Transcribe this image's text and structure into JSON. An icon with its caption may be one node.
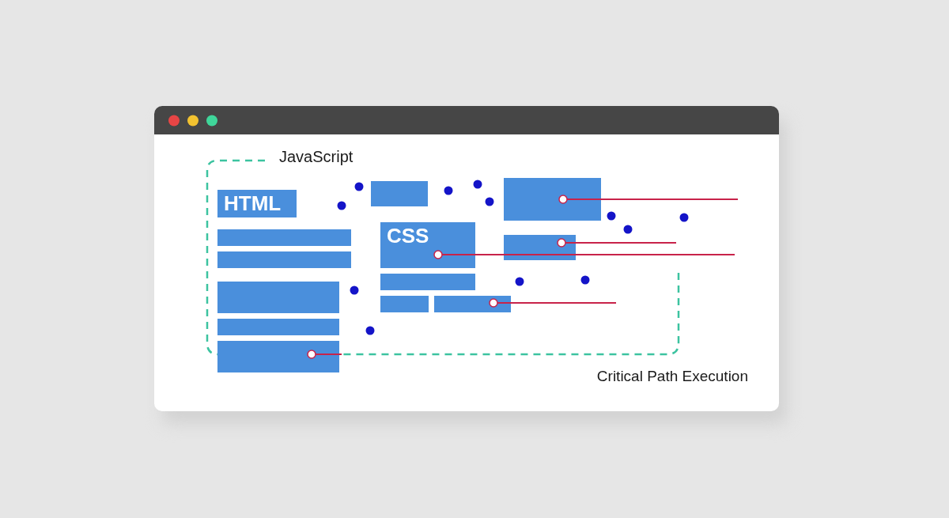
{
  "diagram": {
    "nodes": [
      {
        "text": [],
        "shape": "box"
      },
      {
        "text": [],
        "shape": "box"
      },
      {
        "text": [
          "HTML"
        ]
      },
      {
        "text": [],
        "shape": "box"
      },
      {
        "text": [
          "CSS"
        ]
      },
      {
        "text": [],
        "shape": "box"
      },
      {
        "text": [],
        "shape": "box"
      },
      {
        "text": [],
        "shape": "box"
      },
      {
        "text": [],
        "shape": "box"
      },
      {
        "text": [],
        "shape": "box"
      },
      {
        "text": [],
        "shape": "box"
      },
      {
        "text": [],
        "shape": "box"
      },
      {
        "text": [],
        "shape": "box"
      }
    ],
    "edges": [
      {
        "from": 1,
        "to": null,
        "arrow": "other"
      },
      {
        "from": 5,
        "to": null,
        "arrow": "other"
      },
      {
        "from": 4,
        "to": null,
        "arrow": "other"
      },
      {
        "from": 10,
        "to": null,
        "arrow": "other"
      },
      {
        "from": 12,
        "to": null,
        "arrow": "other"
      }
    ],
    "labels": [
      "JavaScript",
      "Critical Path Execution"
    ]
  }
}
